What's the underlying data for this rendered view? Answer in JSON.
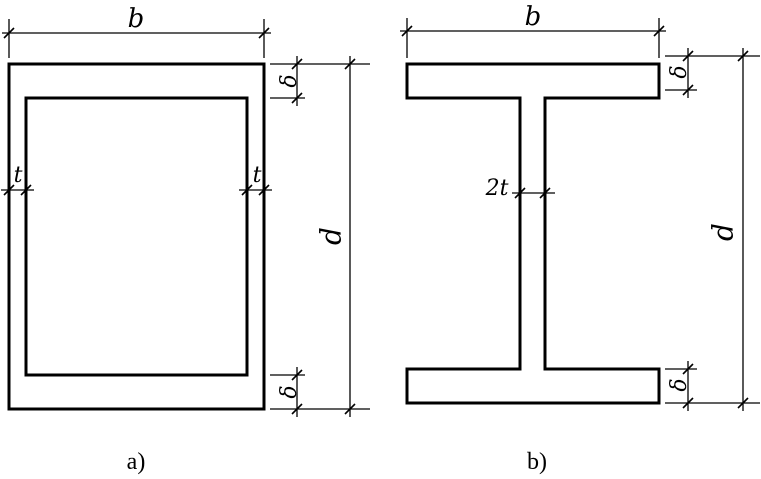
{
  "diagram_a": {
    "caption": "a)",
    "width_label": "b",
    "height_label": "d",
    "wall_label_left": "t",
    "wall_label_right": "t",
    "flange_label_top": "δ",
    "flange_label_bottom": "δ"
  },
  "diagram_b": {
    "caption": "b)",
    "width_label": "b",
    "height_label": "d",
    "web_label": "2t",
    "flange_label_top": "δ",
    "flange_label_bottom": "δ"
  }
}
